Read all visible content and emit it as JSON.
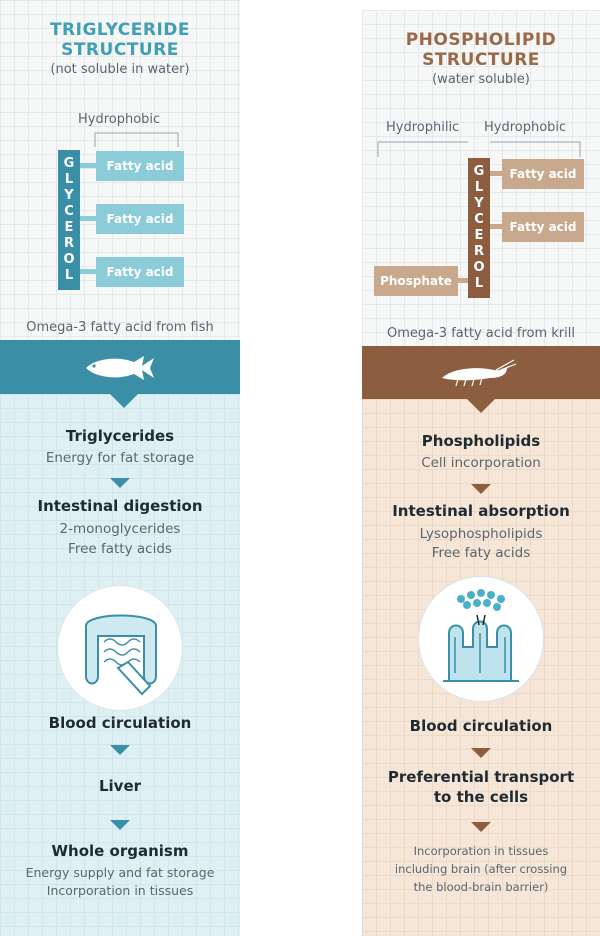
{
  "left": {
    "title_line1": "TRIGLYCERIDE",
    "title_line2": "STRUCTURE",
    "subtitle": "(not soluble in water)",
    "label_top": "Hydrophobic",
    "glycerol_letters": [
      "G",
      "L",
      "Y",
      "C",
      "E",
      "R",
      "O",
      "L"
    ],
    "fatty_acids": [
      "Fatty acid",
      "Fatty acid",
      "Fatty acid"
    ],
    "source_label": "Omega-3 fatty acid from fish",
    "steps": [
      {
        "heading": "Triglycerides",
        "lines": [
          "Energy for fat storage"
        ]
      },
      {
        "heading": "Intestinal digestion",
        "lines": [
          "2-monoglycerides",
          "Free fatty acids"
        ]
      },
      {
        "heading": "Blood circulation",
        "lines": []
      },
      {
        "heading": "Liver",
        "lines": []
      },
      {
        "heading": "Whole organism",
        "lines": [
          "Energy supply and fat storage",
          "Incorporation in tissues"
        ]
      }
    ]
  },
  "right": {
    "title_line1": "PHOSPHOLIPID",
    "title_line2": "STRUCTURE",
    "subtitle": "(water soluble)",
    "label_left": "Hydrophilic",
    "label_right": "Hydrophobic",
    "glycerol_letters": [
      "G",
      "L",
      "Y",
      "C",
      "E",
      "R",
      "O",
      "L"
    ],
    "fatty_acids": [
      "Fatty acid",
      "Fatty acid"
    ],
    "phosphate": "Phosphate",
    "source_label": "Omega-3 fatty acid from krill",
    "steps": [
      {
        "heading": "Phospholipids",
        "lines": [
          "Cell incorporation"
        ]
      },
      {
        "heading": "Intestinal absorption",
        "lines": [
          "Lysophospholipids",
          "Free faty acids"
        ]
      },
      {
        "heading": "Blood circulation",
        "lines": []
      },
      {
        "heading": "Preferential transport",
        "lines": [
          "to the cells"
        ]
      },
      {
        "heading": "",
        "lines": [
          "Incorporation in tissues",
          "including brain (after crossing",
          "the blood-brain barrier)"
        ]
      }
    ]
  },
  "colors": {
    "blue_dark": "#3a8fa6",
    "blue_light": "#8ccbd8",
    "blue_bg": "#dff0f5",
    "brown_dark": "#8c5e3f",
    "brown_light": "#c9a98e",
    "peach_bg": "#f6e6d8"
  }
}
